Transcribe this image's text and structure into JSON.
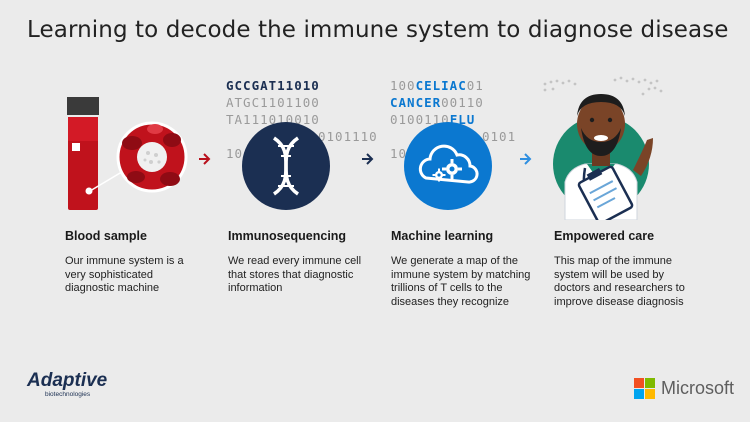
{
  "title": "Learning to decode the immune system to diagnose disease",
  "steps": [
    {
      "heading": "Blood sample",
      "text": "Our immune system is a very sophisticated diagnostic machine"
    },
    {
      "heading": "Immunosequencing",
      "text": "We read every immune cell that stores that diagnostic information"
    },
    {
      "heading": "Machine learning",
      "text": "We generate a map of the immune system by matching trillions of T cells to the diseases they recognize"
    },
    {
      "heading": "Empowered care",
      "text": "This map of the immune system will be used by doctors and researchers to improve disease diagnosis"
    }
  ],
  "dna_codes": {
    "line1": "GCCGAT11010",
    "line2": "ATGC1101100",
    "line3": "TA111010010",
    "line4": "0101110",
    "line5": "10"
  },
  "ml_codes": {
    "line1_pre": "100",
    "line1_hi": "CELIAC",
    "line1_post": "01",
    "line2_hi": "CANCER",
    "line2_post": "00110",
    "line3_pre": "0100110",
    "line3_hi": "FLU",
    "line4": "0101",
    "line5": "10"
  },
  "logos": {
    "adaptive_name": "Adaptive",
    "adaptive_sub": "biotechnologies",
    "microsoft_name": "Microsoft"
  },
  "colors": {
    "red": "#b8101c",
    "navy": "#1b2f52",
    "blue": "#0b78d0",
    "green": "#1a8a6e",
    "arrow_red": "#b8101c",
    "arrow_navy": "#1b2f52",
    "arrow_blue": "#2f8fe0"
  }
}
